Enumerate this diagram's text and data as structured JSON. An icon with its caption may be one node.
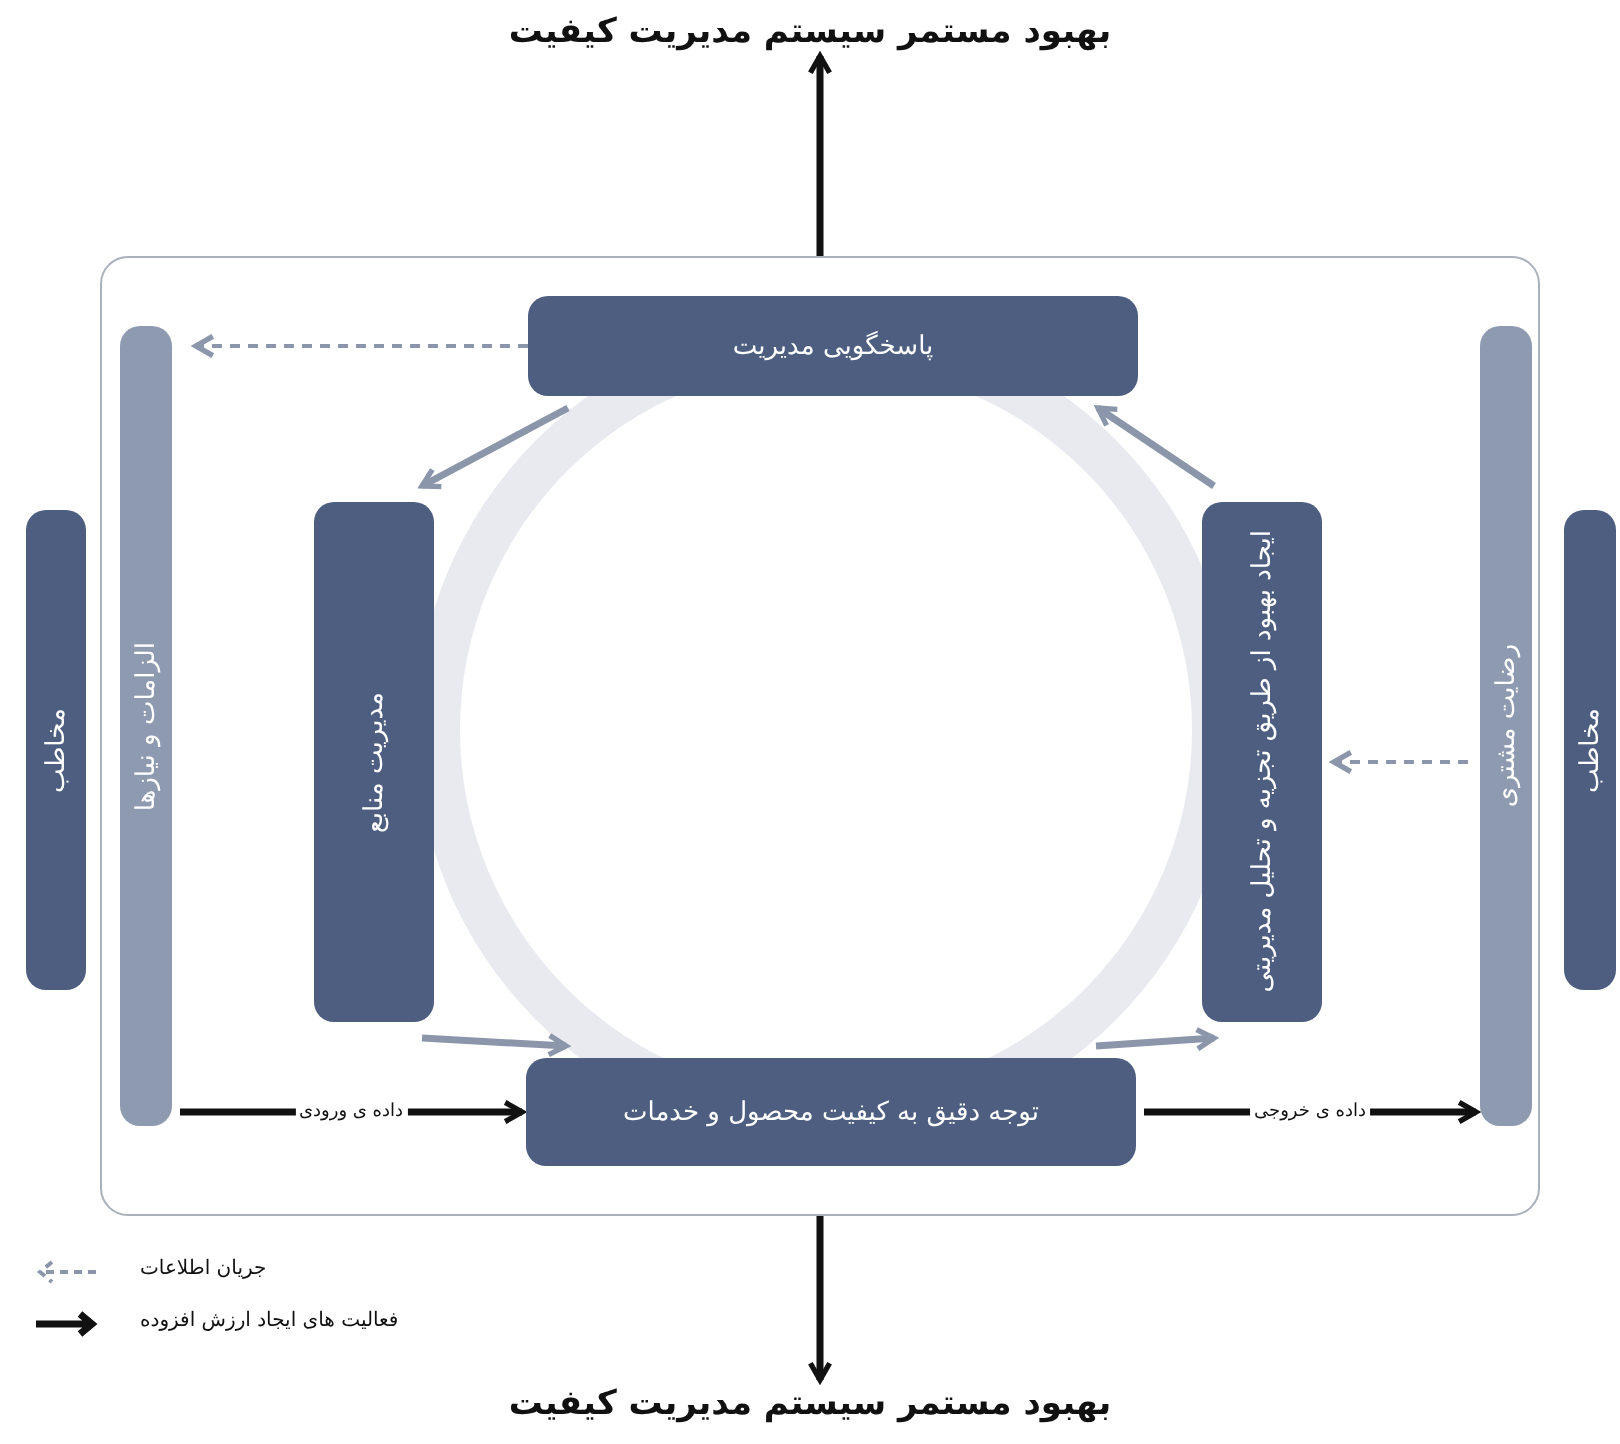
{
  "diagram": {
    "nodes": [
      {
        "text": [
          "بهبود مستمر سیستم مدیریت کیفیت"
        ]
      },
      {
        "text": [],
        "shape": "box"
      },
      {
        "text": [
          "مخاطب"
        ]
      },
      {
        "text": [
          "الزامات و نیازها"
        ],
        "in": 1
      },
      {
        "text": [
          "پاسخگویی مدیریت"
        ],
        "in": 1
      },
      {
        "text": [
          "مدیریت منابع"
        ],
        "in": 1
      },
      {
        "text": [
          "ایجاد بهبود از طریق تجزیه و تحلیل مدیریتی"
        ],
        "in": 1
      },
      {
        "text": [
          "توجه دقیق به کیفیت محصول و خدمات"
        ],
        "in": 1
      },
      {
        "text": [
          "رضایت مشتری"
        ],
        "in": 1
      },
      {
        "text": [
          "مخاطب"
        ]
      },
      {
        "text": [
          "بهبود مستمر سیستم مدیریت کیفیت"
        ]
      }
    ],
    "edges": [
      {
        "from": 1,
        "to": 0,
        "arrow": "to",
        "color": "#111111"
      },
      {
        "from": 4,
        "to": 3,
        "arrow": "to",
        "style": "dashed"
      },
      {
        "from": 4,
        "to": 5,
        "arrow": "to"
      },
      {
        "from": 6,
        "to": 4,
        "arrow": "to"
      },
      {
        "from": 8,
        "to": 6,
        "arrow": "to",
        "style": "dashed"
      },
      {
        "from": 5,
        "to": 7,
        "arrow": "to"
      },
      {
        "from": 7,
        "to": 6,
        "arrow": "to"
      },
      {
        "from": 3,
        "to": 7,
        "arrow": "to",
        "label": "داده ی ورودی",
        "color": "#111111"
      },
      {
        "from": 7,
        "to": 8,
        "arrow": "to",
        "label": "داده ی خروجی",
        "color": "#111111"
      },
      {
        "from": 1,
        "to": 10,
        "arrow": "to",
        "color": "#111111"
      }
    ],
    "legend": [
      {
        "text": "جریان اطلاعات"
      },
      {
        "text": "فعالیت های ایجاد ارزش افزوده"
      }
    ]
  }
}
